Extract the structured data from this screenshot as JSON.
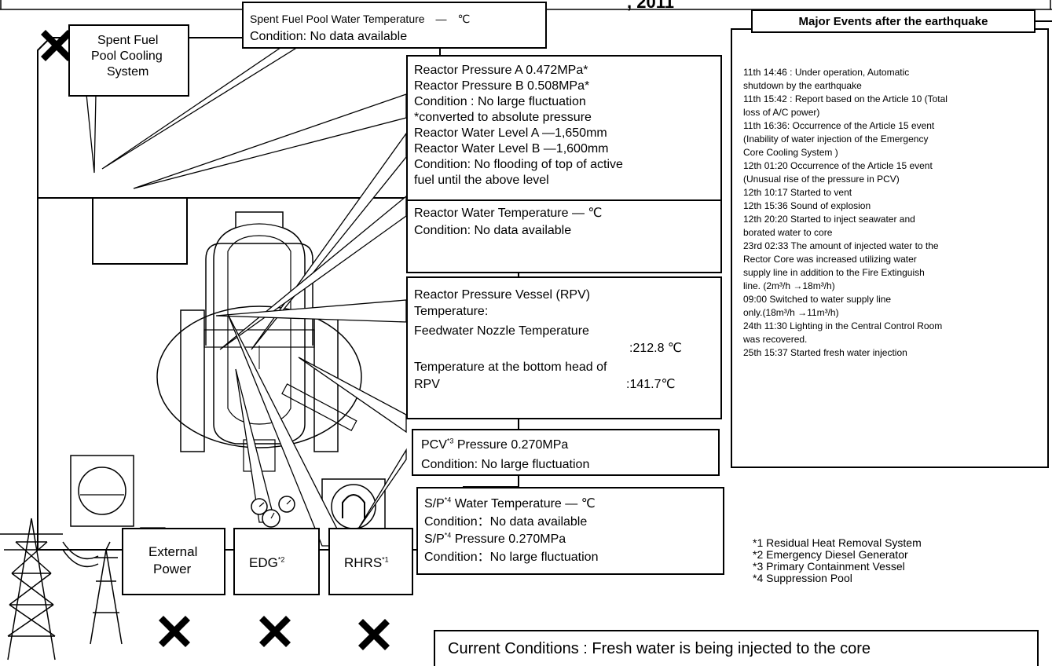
{
  "top_banner_fragment": ", 2011",
  "spent_fuel_pool_label": "Spent Fuel Pool Cooling System",
  "spent_fuel_pool_label_lines": [
    "Spent Fuel",
    "Pool Cooling",
    "System"
  ],
  "pool_temp": {
    "line1": "Spent Fuel Pool Water Temperature　—　℃",
    "line2": "Condition: No data available"
  },
  "reactor_pressure": {
    "lines": [
      "Reactor Pressure A  0.472MPa*",
      "Reactor Pressure B  0.508MPa*",
      " Condition :  No large fluctuation",
      "*converted to absolute pressure",
      "Reactor Water Level A  —1,650mm",
      "Reactor Water Level B  —1,600mm",
      "Condition: No flooding of top of active",
      "    fuel until the above level"
    ]
  },
  "reactor_water_temp": {
    "line1": "Reactor Water Temperature —     ℃",
    "line2": "Condition: No data available"
  },
  "rpv_temp": {
    "lines": [
      "Reactor Pressure Vessel (RPV)",
      "Temperature:",
      "Feedwater Nozzle Temperature",
      ":212.8 ℃",
      "Temperature at the bottom head of",
      "RPV",
      ":141.7℃"
    ]
  },
  "pcv": {
    "label": "PCV",
    "sup": "*3",
    "line1_rest": "  Pressure   0.270MPa",
    "line2": "Condition: No large fluctuation"
  },
  "sp": {
    "label": "S/P",
    "sup": "*4",
    "line1_rest": "  Water Temperature   —       ℃",
    "line2": "Condition：No data available",
    "line3_rest": "  Pressure 0.270MPa",
    "line4": "Condition：No large fluctuation"
  },
  "external_power": [
    "External",
    "Power"
  ],
  "edg": {
    "label": "EDG",
    "sup": "*2"
  },
  "rhrs": {
    "label": "RHRS",
    "sup": "*1"
  },
  "events": {
    "title": "Major Events after the earthquake",
    "lines": [
      "11th 14:46 : Under operation, Automatic",
      "    shutdown by the earthquake",
      "11th 15:42 :  Report based on the Article 10 (Total",
      "    loss of A/C power)",
      "11th  16:36: Occurrence of the Article 15 event",
      "    (Inability of water injection of the Emergency",
      "    Core Cooling System )",
      "12th   01:20 Occurrence of the Article 15 event",
      "    (Unusual rise of the pressure in PCV)",
      "12th 10:17   Started to vent",
      "12th 15:36   Sound of explosion",
      "12th 20:20   Started to inject seawater and",
      "    borated water to core",
      "23rd 02:33      The amount of injected water to the",
      "    Rector Core was increased utilizing water",
      "    supply line in addition to the Fire Extinguish",
      "    line. (2m³/h →18m³/h)",
      "      09:00     Switched to water supply line",
      "    only.(18m³/h →11m³/h)",
      "24th 11:30 Lighting in the Central Control Room",
      "    was recovered.",
      "25th 15:37 Started fresh water injection"
    ]
  },
  "footnotes": [
    "*1 Residual Heat Removal System",
    "*2 Emergency Diesel Generator",
    "*3 Primary Containment Vessel",
    "*4 Suppression Pool"
  ],
  "current_conditions": "Current Conditions : Fresh water is being injected to the core"
}
